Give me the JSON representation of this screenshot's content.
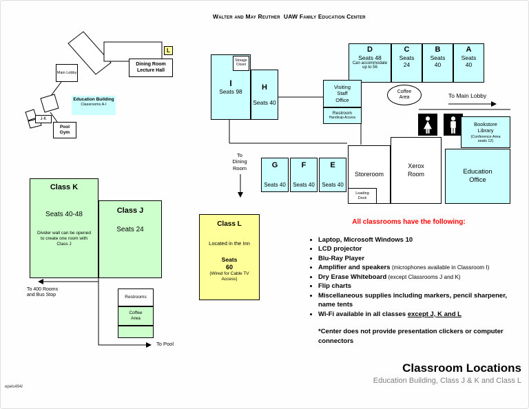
{
  "page": {
    "title": "Walter and May Reuther  UAW Family Education Center",
    "doc_code": "epels494/",
    "footer_title": "Classroom Locations",
    "footer_subtitle": "Education Building, Class J & K and Class L"
  },
  "colors": {
    "room_cyan": "#ccffff",
    "room_green": "#ccffcc",
    "room_yellow": "#ffff99",
    "heading_red": "#ff0000",
    "wall_black": "#000000"
  },
  "overview": {
    "main_lobby": "Main Lobby",
    "dining_room": "Dining Room Lecture Hall",
    "l_marker": "L",
    "education_building_title": "Education Building",
    "education_building_sub": "Classrooms A-I",
    "jk": "J-K",
    "pool_gym": "Pool Gym"
  },
  "plan": {
    "rooms": {
      "i": {
        "label": "I",
        "seats": "Seats 98"
      },
      "h": {
        "label": "H",
        "seats": "Seats 40"
      },
      "g": {
        "label": "G",
        "seats": "Seats 40"
      },
      "f": {
        "label": "F",
        "seats": "Seats 40"
      },
      "e": {
        "label": "E",
        "seats": "Seats 40"
      },
      "d": {
        "label": "D",
        "seats": "Seats 48",
        "note": "Can accommodate up to 56"
      },
      "c": {
        "label": "C",
        "seats": "Seats 24"
      },
      "b": {
        "label": "B",
        "seats": "Seats 40"
      },
      "a": {
        "label": "A",
        "seats": "Seats 40"
      },
      "storage_closet": "Storage Closet",
      "visiting_staff_office": "Visiting Staff Office",
      "restroom_line1": "Restroom",
      "restroom_line2": "Handicap Access",
      "coffee_area": "Coffee Area",
      "bookstore_title": "Bookstore Library",
      "bookstore_note": "(Conference Area seats 12)",
      "storeroom": "Storeroom",
      "loading_dock": "Loading Dock",
      "xerox": "Xerox Room",
      "education_office": "Education Office"
    },
    "labels": {
      "to_main_lobby": "To Main Lobby",
      "to_dining": "To Dining Room",
      "to_400": "To 400 Rooms and Bus Stop",
      "to_pool": "To Pool"
    }
  },
  "annex": {
    "class_k": {
      "title": "Class K",
      "seats": "Seats 40-48",
      "note": "Divider wall can be opened to create one room with Class J"
    },
    "class_j": {
      "title": "Class J",
      "seats": "Seats 24"
    },
    "class_l": {
      "title": "Class L",
      "location": "Located in the Inn",
      "seats_label": "Seats",
      "seats_value": "60",
      "note": "(Wired for Cable TV Access)"
    },
    "restrooms_label": "Restrooms",
    "coffee_label": "Coffee Area"
  },
  "equipment": {
    "heading": "All classrooms have the following:",
    "items": [
      {
        "bold": "Laptop, Microsoft Windows 10"
      },
      {
        "bold": "LCD projector"
      },
      {
        "bold": "Blu-Ray Player"
      },
      {
        "bold": "Amplifier and speakers",
        "normal": " (microphones available in Classroom I)"
      },
      {
        "bold": "Dry Erase Whiteboard",
        "normal": " (except Classrooms J and K)"
      },
      {
        "bold": "Flip charts"
      },
      {
        "bold": "Miscellaneous supplies including markers, pencil sharpener, name tents"
      },
      {
        "bold": "Wi-Fi available in all classes ",
        "underline": "except J, K and L"
      }
    ],
    "footnote": "*Center does not provide presentation clickers or computer connectors"
  }
}
